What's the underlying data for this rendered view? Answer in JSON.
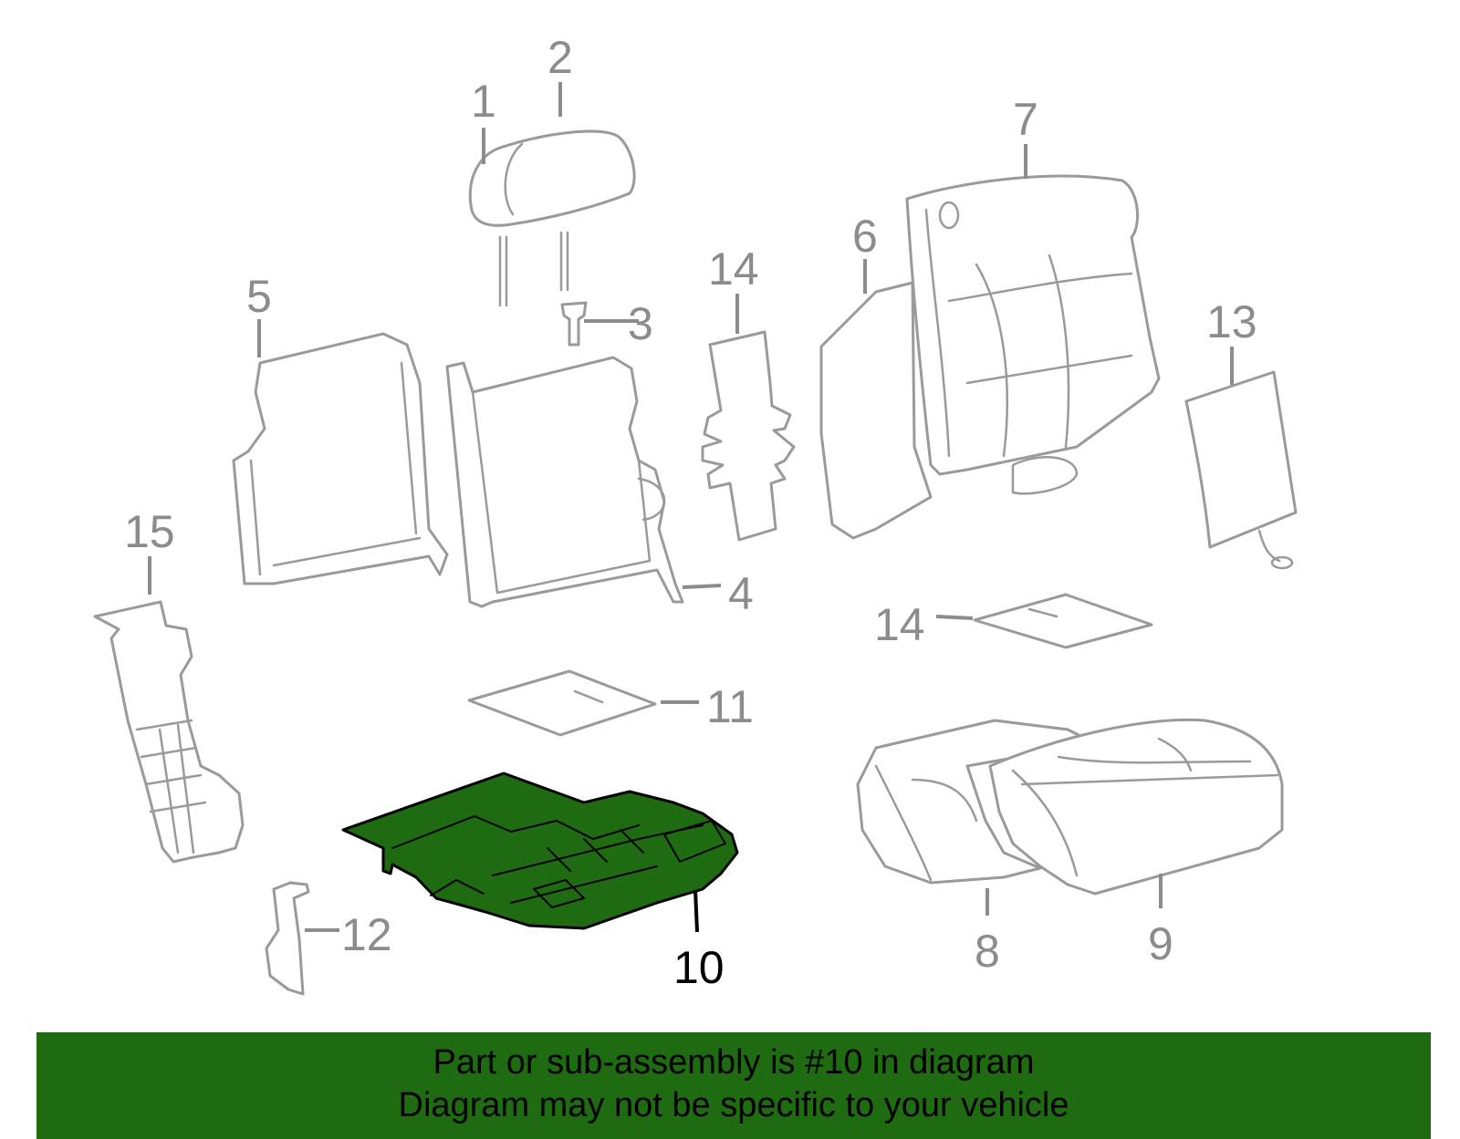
{
  "callouts": [
    {
      "label": "1",
      "highlighted": false
    },
    {
      "label": "2",
      "highlighted": false
    },
    {
      "label": "3",
      "highlighted": false
    },
    {
      "label": "4",
      "highlighted": false
    },
    {
      "label": "5",
      "highlighted": false
    },
    {
      "label": "6",
      "highlighted": false
    },
    {
      "label": "7",
      "highlighted": false
    },
    {
      "label": "8",
      "highlighted": false
    },
    {
      "label": "9",
      "highlighted": false
    },
    {
      "label": "10",
      "highlighted": true
    },
    {
      "label": "11",
      "highlighted": false
    },
    {
      "label": "12",
      "highlighted": false
    },
    {
      "label": "13",
      "highlighted": false
    },
    {
      "label": "14",
      "highlighted": false
    },
    {
      "label": "14",
      "highlighted": false
    },
    {
      "label": "15",
      "highlighted": false
    }
  ],
  "banner": {
    "line1": "Part or sub-assembly is #10 in diagram",
    "line2": "Diagram may not be specific to your vehicle"
  },
  "colors": {
    "highlight": "#1f6b12",
    "part_outline": "#9a9a9a",
    "label_gray": "#8c8c8c"
  }
}
